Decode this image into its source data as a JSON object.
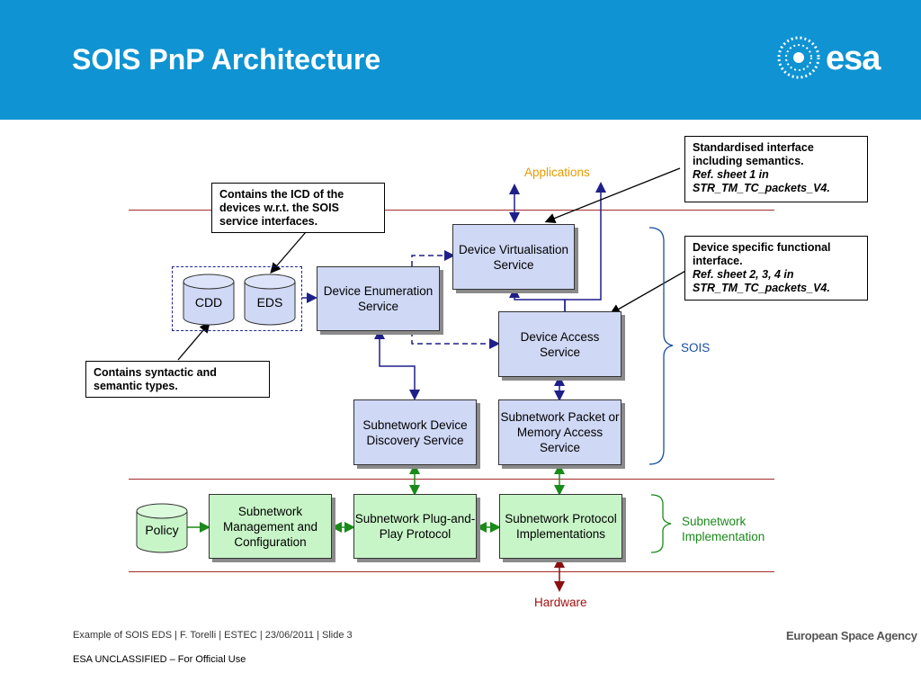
{
  "header": {
    "title": "SOIS PnP Architecture",
    "logo_text": "esa",
    "bg_color": "#0f93d2"
  },
  "diagram": {
    "layer_labels": {
      "applications": "Applications",
      "sois": "SOIS",
      "subnetwork_impl": "Subnetwork\nImplementation",
      "hardware": "Hardware"
    },
    "blocks": {
      "device_virtualisation": "Device Virtualisation Service",
      "device_enumeration": "Device Enumeration Service",
      "device_access": "Device Access Service",
      "subnetwork_discovery": "Subnetwork Device Discovery Service",
      "subnetwork_packet": "Subnetwork Packet or Memory Access Service",
      "subnetwork_mgmt": "Subnetwork Management and Configuration",
      "subnetwork_pnp": "Subnetwork Plug-and-Play Protocol",
      "subnetwork_protocol": "Subnetwork Protocol Implementations"
    },
    "stores": {
      "cdd": "CDD",
      "eds": "EDS",
      "policy": "Policy"
    },
    "notes": {
      "icd_note": "Contains the ICD of the devices w.r.t. the SOIS service interfaces.",
      "types_note": "Contains syntactic and semantic types.",
      "std_interface_title": "Standardised interface including semantics.",
      "std_interface_ref": "Ref. sheet 1 in STR_TM_TC_packets_V4.",
      "dev_specific_title": "Device specific functional interface.",
      "dev_specific_ref": "Ref. sheet 2, 3, 4 in STR_TM_TC_packets_V4."
    },
    "colors": {
      "applications": "#e89a00",
      "sois": "#1a4fa0",
      "subnetwork_impl": "#1a8a1a",
      "hardware": "#a01010",
      "blue_block": "#cfd8f5",
      "green_block": "#c8f5c8"
    }
  },
  "footer": {
    "left": "Example of SOIS EDS | F. Torelli | ESTEC | 23/06/2011 | Slide 3",
    "classification": "ESA UNCLASSIFIED – For Official Use",
    "agency": "European Space Agency"
  }
}
